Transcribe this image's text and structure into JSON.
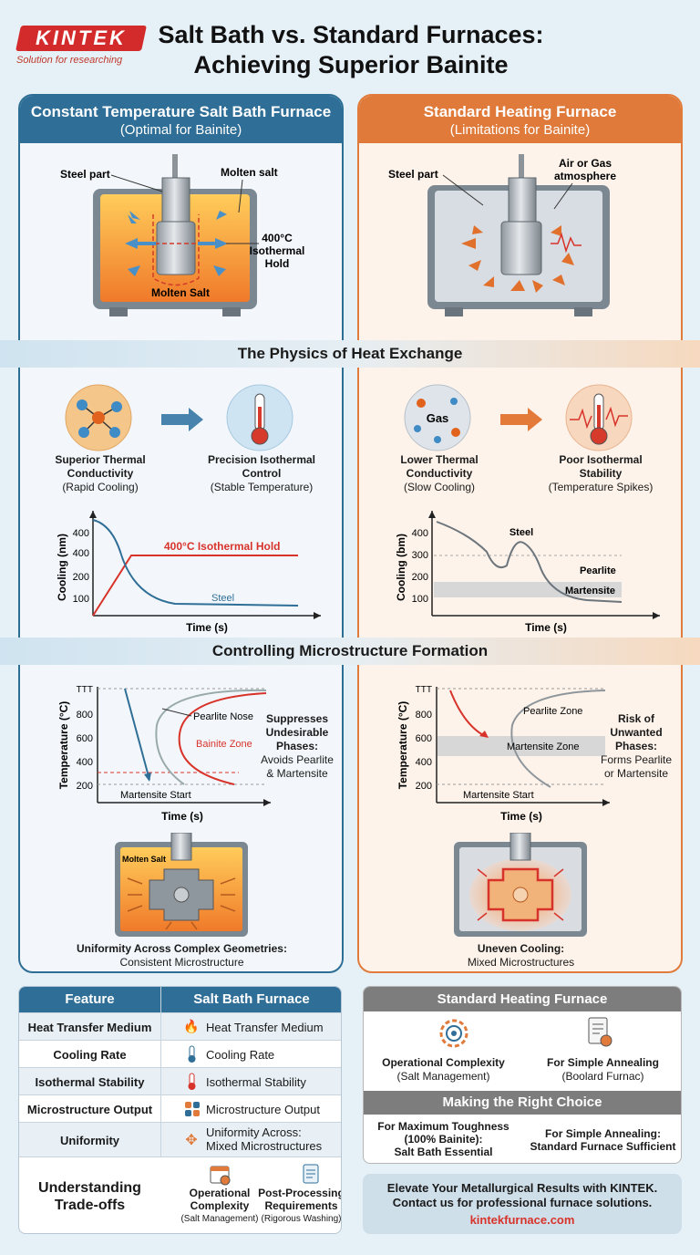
{
  "brand": {
    "logo": "KINTEK",
    "tagline": "Solution for researching",
    "colors": {
      "red": "#d32b2b",
      "blue": "#2e6e97",
      "orange": "#df7a3a"
    }
  },
  "title": {
    "line1": "Salt Bath vs. Standard Furnaces:",
    "line2": "Achieving Superior Bainite"
  },
  "left": {
    "title": "Constant Temperature Salt Bath Furnace",
    "subtitle": "(Optimal for Bainite)",
    "diagram": {
      "steel_part": "Steel part",
      "molten_salt": "Molten salt",
      "hold1": "400°C",
      "hold2": "Isothermal",
      "hold3": "Hold",
      "bottom": "Molten Salt"
    },
    "physics": {
      "item1": {
        "title1": "Superior Thermal",
        "title2": "Conductivity",
        "sub": "(Rapid Cooling)"
      },
      "item2": {
        "title1": "Precision Isothermal",
        "title2": "Control",
        "sub": "(Stable Temperature)"
      }
    },
    "cooling_chart": {
      "ylabel": "Cooling (nm)",
      "xlabel": "Time (s)",
      "ticks": [
        "400",
        "400",
        "200",
        "100"
      ],
      "hold_label": "400°C Isothermal Hold",
      "steel_label": "Steel"
    },
    "ttt_chart": {
      "ylabel": "Temperature (°C)",
      "xlabel": "Time (s)",
      "top_tick": "TTT",
      "ticks": [
        "800",
        "600",
        "400",
        "200"
      ],
      "pearlite": "Pearlite Nose",
      "bainite": "Bainite Zone",
      "ms": "Martensite Start"
    },
    "ttt_note": {
      "l1": "Suppresses",
      "l2": "Undesirable",
      "l3": "Phases:",
      "l4": "Avoids Pearlite",
      "l5": "& Martensite"
    },
    "bottom": {
      "salt": "Molten Salt",
      "title": "Uniformity Across Complex Geometries:",
      "sub": "Consistent Microstructure"
    }
  },
  "right": {
    "title": "Standard Heating Furnace",
    "subtitle": "(Limitations for Bainite)",
    "diagram": {
      "steel_part": "Steel part",
      "atm1": "Air or Gas",
      "atm2": "atmosphere"
    },
    "physics": {
      "item1": {
        "icon": "Gas",
        "title1": "Lower Thermal",
        "title2": "Conductivity",
        "sub": "(Slow Cooling)"
      },
      "item2": {
        "title1": "Poor Isothermal",
        "title2": "Stability",
        "sub": "(Temperature Spikes)"
      }
    },
    "cooling_chart": {
      "ylabel": "Cooling (bm)",
      "xlabel": "Time (s)",
      "ticks": [
        "400",
        "300",
        "200",
        "100"
      ],
      "steel": "Steel",
      "pearlite": "Pearlite",
      "martensite": "Martensite"
    },
    "ttt_chart": {
      "ylabel": "Temperature (°C)",
      "xlabel": "Time (s)",
      "top_tick": "TTT",
      "ticks": [
        "800",
        "600",
        "400",
        "200"
      ],
      "pearlite": "Pearlite Zone",
      "martensite_zone": "Martensite Zone",
      "ms": "Martensite Start"
    },
    "ttt_note": {
      "l1": "Risk of",
      "l2": "Unwanted",
      "l3": "Phases:",
      "l4": "Forms Pearlite",
      "l5": "or Martensite"
    },
    "bottom": {
      "title": "Uneven Cooling:",
      "sub": "Mixed Microstructures"
    }
  },
  "bands": {
    "physics": "The Physics of Heat Exchange",
    "micro": "Controlling Microstructure Formation"
  },
  "table": {
    "headers": [
      "Feature",
      "Salt Bath Furnace"
    ],
    "rows": [
      {
        "feature": "Heat Transfer Medium",
        "value": "Heat Transfer Medium",
        "icon": "flame-icon"
      },
      {
        "feature": "Cooling Rate",
        "value": "Cooling Rate",
        "icon": "thermometer-icon"
      },
      {
        "feature": "Isothermal Stability",
        "value": "Isothermal Stability",
        "icon": "thermometer-icon"
      },
      {
        "feature": "Microstructure Output",
        "value": "Microstructure Output",
        "icon": "grid-icon"
      },
      {
        "feature": "Uniformity",
        "value1": "Uniformity Across:",
        "value2": "Mixed Microstructures",
        "icon": "arrows-icon"
      }
    ],
    "tradeoffs": {
      "label1": "Understanding",
      "label2": "Trade-offs",
      "a": {
        "t1": "Operational",
        "t2": "Complexity",
        "sub": "(Salt Management)"
      },
      "b": {
        "t1": "Post-Processing",
        "t2": "Requirements",
        "sub": "(Rigorous Washing)"
      }
    }
  },
  "standard_box": {
    "title": "Standard Heating Furnace",
    "a": {
      "t": "Operational Complexity",
      "sub": "(Salt Management)"
    },
    "b": {
      "t": "For Simple Annealing",
      "sub": "(Boolard Furnac)"
    },
    "choice_title": "Making the Right Choice",
    "c": {
      "l1": "For Maximum Toughness",
      "l2": "(100% Bainite):",
      "l3": "Salt Bath Essential"
    },
    "d": {
      "l1": "For Simple Annealing:",
      "l2": "Standard Furnace Sufficient"
    }
  },
  "cta": {
    "l1": "Elevate Your Metallurgical Results with KINTEK.",
    "l2": "Contact us for professional furnace solutions.",
    "url": "kintekfurnace.com"
  }
}
